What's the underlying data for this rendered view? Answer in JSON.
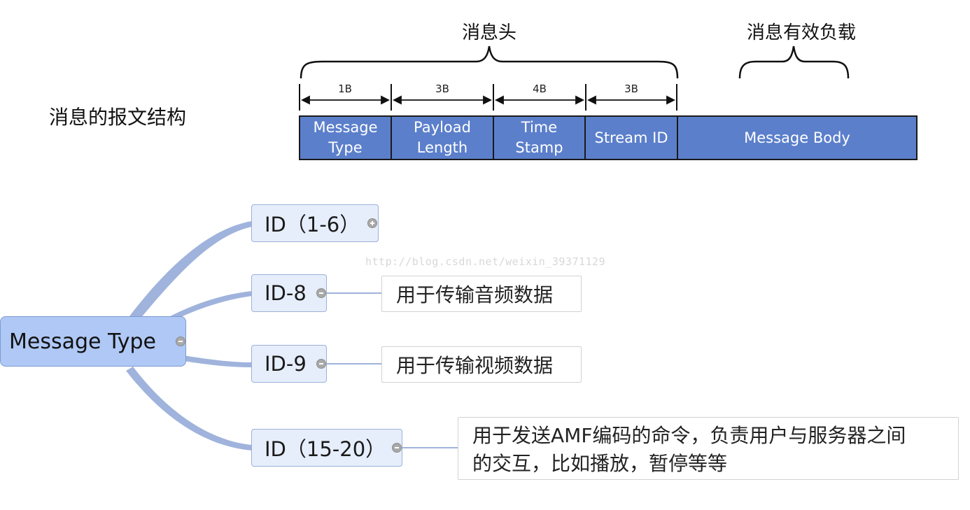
{
  "header": {
    "structure_title": "消息的报文结构",
    "message_header_label": "消息头",
    "payload_label": "消息有效负载"
  },
  "fields": [
    {
      "size": "1B",
      "label": "Message\nType"
    },
    {
      "size": "3B",
      "label": "Payload\nLength"
    },
    {
      "size": "4B",
      "label": "Time\nStamp"
    },
    {
      "size": "3B",
      "label": "Stream ID"
    },
    {
      "size": "",
      "label": "Message Body"
    }
  ],
  "mindmap": {
    "root": "Message Type",
    "nodes": [
      {
        "label": "ID（1-6）",
        "toggle": "expand",
        "description": ""
      },
      {
        "label": "ID-8",
        "toggle": "collapse",
        "description": "用于传输音频数据"
      },
      {
        "label": "ID-9",
        "toggle": "collapse",
        "description": "用于传输视频数据"
      },
      {
        "label": "ID（15-20）",
        "toggle": "collapse",
        "description": "用于发送AMF编码的命令，负责用户与服务器之间\n的交互，比如播放，暂停等等"
      }
    ]
  },
  "watermark": "http://blog.csdn.net/weixin_39371129",
  "colors": {
    "field_fill": "#5b7fcb",
    "root_fill": "#afc8f5",
    "node_fill": "#e6eefb",
    "connector": "#9fb3dc"
  }
}
